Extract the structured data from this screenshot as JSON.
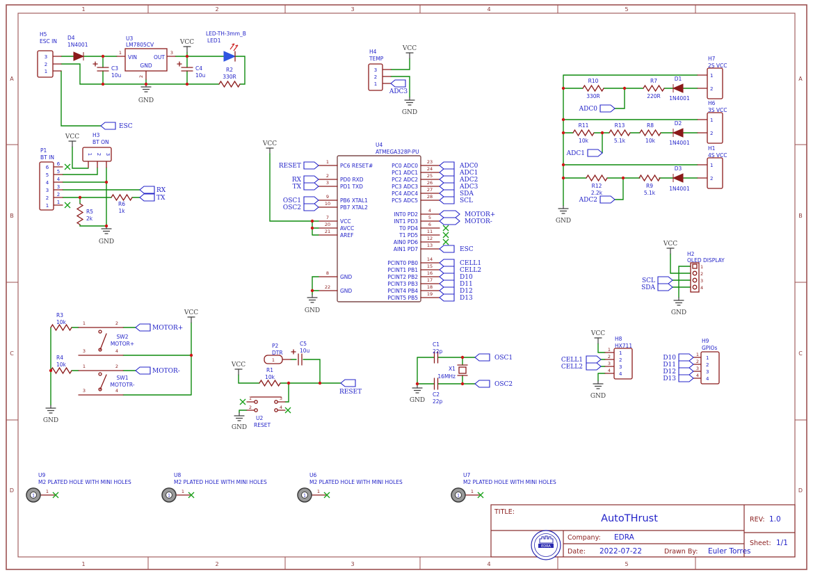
{
  "frame": {
    "cols": [
      "1",
      "2",
      "3",
      "4",
      "5"
    ],
    "rows": [
      "A",
      "B",
      "C",
      "D"
    ]
  },
  "title_block": {
    "title_label": "TITLE:",
    "title": "AutoTHrust",
    "rev_label": "REV:",
    "rev": "1.0",
    "company_label": "Company:",
    "company": "EDRA",
    "sheet_label": "Sheet:",
    "sheet": "1/1",
    "date_label": "Date:",
    "date": "2022-07-22",
    "drawn_by_label": "Drawn By:",
    "drawn_by": "Euler Torres",
    "logo_text": "EDRA"
  },
  "power": {
    "vcc": "VCC",
    "gnd": "GND"
  },
  "psu": {
    "h5_ref": "H5",
    "h5_val": "ESC IN",
    "h5_pins": [
      "3",
      "2",
      "1"
    ],
    "d4_ref": "D4",
    "d4_val": "1N4001",
    "u3_ref": "U3",
    "u3_val": "LM7805CV",
    "u3_vin": "VIN",
    "u3_out": "OUT",
    "u3_gnd": "GND",
    "u3_n1": "1",
    "u3_n2": "2",
    "u3_n3": "3",
    "c3_ref": "C3",
    "c3_val": "10u",
    "c4_ref": "C4",
    "c4_val": "10u",
    "led_val": "LED-TH-3mm_B",
    "led_ref": "LED1",
    "r2_ref": "R2",
    "r2_val": "330R",
    "esc": "ESC"
  },
  "bt": {
    "p1_ref": "P1",
    "p1_val": "BT IN",
    "p1_pins": [
      "6",
      "5",
      "4",
      "3",
      "2",
      "1"
    ],
    "h3_ref": "H3",
    "h3_val": "BT ON",
    "h3_pins": [
      "1",
      "2",
      "3"
    ],
    "r5_ref": "R5",
    "r5_val": "2k",
    "r6_ref": "R6",
    "r6_val": "1k",
    "rx": "RX",
    "tx": "TX"
  },
  "temp": {
    "ref": "H4",
    "val": "TEMP",
    "pins": [
      "3",
      "2",
      "1"
    ],
    "adc3": "ADC3"
  },
  "mcu": {
    "ref": "U4",
    "val": "ATMEGA328P-PU",
    "reset": "RESET",
    "rx": "RX",
    "tx": "TX",
    "osc1": "OSC1",
    "osc2": "OSC2",
    "left_pins": [
      {
        "num": "1",
        "name": "PC6 RESET#"
      },
      {
        "num": "2",
        "name": "PD0 RXD"
      },
      {
        "num": "3",
        "name": "PD1 TXD"
      },
      {
        "num": "9",
        "name": "PB6 XTAL1"
      },
      {
        "num": "10",
        "name": "PB7 XTAL2"
      },
      {
        "num": "7",
        "name": "VCC"
      },
      {
        "num": "20",
        "name": "AVCC"
      },
      {
        "num": "21",
        "name": "AREF"
      },
      {
        "num": "8",
        "name": "GND"
      },
      {
        "num": "22",
        "name": "GND"
      }
    ],
    "right_pins": [
      {
        "num": "23",
        "name": "PC0 ADC0",
        "label": "ADC0"
      },
      {
        "num": "24",
        "name": "PC1 ADC1",
        "label": "ADC1"
      },
      {
        "num": "25",
        "name": "PC2 ADC2",
        "label": "ADC2"
      },
      {
        "num": "26",
        "name": "PC3 ADC3",
        "label": "ADC3"
      },
      {
        "num": "27",
        "name": "PC4 ADC4",
        "label": "SDA"
      },
      {
        "num": "28",
        "name": "PC5 ADC5",
        "label": "SCL"
      },
      {
        "num": "4",
        "name": "INT0 PD2",
        "label": "MOTOR+"
      },
      {
        "num": "5",
        "name": "INT1 PD3",
        "label": "MOTOR-"
      },
      {
        "num": "6",
        "name": "T0 PD4",
        "label": ""
      },
      {
        "num": "11",
        "name": "T1 PD5",
        "label": ""
      },
      {
        "num": "12",
        "name": "AIN0 PD6",
        "label": ""
      },
      {
        "num": "13",
        "name": "AIN1 PD7",
        "label": "ESC"
      },
      {
        "num": "14",
        "name": "PCINT0 PB0",
        "label": "CELL1"
      },
      {
        "num": "15",
        "name": "PCINT1 PB1",
        "label": "CELL2"
      },
      {
        "num": "16",
        "name": "PCINT2 PB2",
        "label": "D10"
      },
      {
        "num": "17",
        "name": "PCINT3 PB3",
        "label": "D11"
      },
      {
        "num": "18",
        "name": "PCINT4 PB4",
        "label": "D12"
      },
      {
        "num": "19",
        "name": "PCINT5 PB5",
        "label": "D13"
      }
    ]
  },
  "batt": {
    "h7_ref": "H7",
    "h7_val": "2S VCC",
    "h6_ref": "H6",
    "h6_val": "3S VCC",
    "h1_ref": "H1",
    "h1_val": "4S VCC",
    "pin1": "1",
    "pin2": "2",
    "r10_ref": "R10",
    "r10_val": "330R",
    "r7_ref": "R7",
    "r7_val": "220R",
    "r11_ref": "R11",
    "r11_val": "10k",
    "r13_ref": "R13",
    "r13_val": "5.1k",
    "r8_ref": "R8",
    "r8_val": "10k",
    "r12_ref": "R12",
    "r12_val": "2.2k",
    "r9_ref": "R9",
    "r9_val": "5.1k",
    "d1_ref": "D1",
    "d2_ref": "D2",
    "d3_ref": "D3",
    "d_val": "1N4001",
    "adc0": "ADC0",
    "adc1": "ADC1",
    "adc2": "ADC2"
  },
  "oled": {
    "ref": "H2",
    "val": "OLED DISPLAY",
    "pins": [
      "1",
      "2",
      "3",
      "4"
    ],
    "scl": "SCL",
    "sda": "SDA"
  },
  "motors": {
    "r3_ref": "R3",
    "r3_val": "10k",
    "r4_ref": "R4",
    "r4_val": "10k",
    "sw2_ref": "SW2",
    "sw2_val": "MOTOR+",
    "sw1_ref": "SW1",
    "sw1_val": "MOTOTR-",
    "pins": [
      "1",
      "2",
      "3",
      "4"
    ],
    "motor_p": "MOTOR+",
    "motor_m": "MOTOR-"
  },
  "rst": {
    "p2_ref": "P2",
    "p2_val": "DTR",
    "p2_pin": "1",
    "c5_ref": "C5",
    "c5_val": "10u",
    "r1_ref": "R1",
    "r1_val": "10k",
    "reset": "RESET",
    "u2_ref": "U2",
    "u2_val": "RESET",
    "pins": [
      "1",
      "2",
      "3",
      "4"
    ]
  },
  "osc": {
    "c1_ref": "C1",
    "c1_val": "22p",
    "c2_ref": "C2",
    "c2_val": "22p",
    "x1_ref": "X1",
    "x1_val": "16MHz",
    "osc1": "OSC1",
    "osc2": "OSC2"
  },
  "hx": {
    "ref": "H8",
    "val": "HX711",
    "pins": [
      "1",
      "2",
      "3",
      "4"
    ],
    "cell1": "CELL1",
    "cell2": "CELL2"
  },
  "gpio": {
    "ref": "H9",
    "val": "GPIOs",
    "pins": [
      "1",
      "2",
      "3",
      "4"
    ],
    "labels": [
      "D10",
      "D11",
      "D12",
      "D13"
    ]
  },
  "holes": {
    "desc": "M2 PLATED HOLE WITH MINI HOLES",
    "pin": "1",
    "refs": [
      "U9",
      "U8",
      "U6",
      "U7"
    ]
  }
}
